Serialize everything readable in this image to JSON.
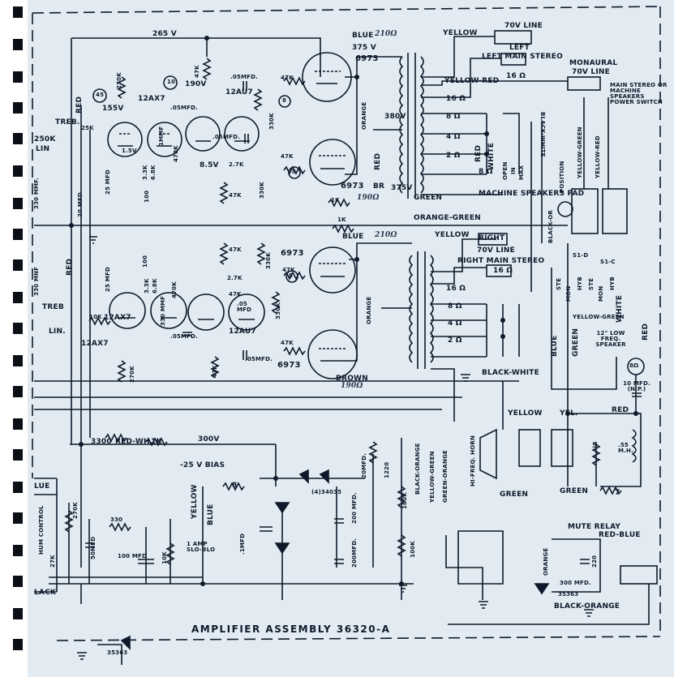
{
  "caption": "AMPLIFIER ASSEMBLY 36320-A",
  "tubes": {
    "v1": "12AX7",
    "v2": "12AU7",
    "v3": "12AX7",
    "v4": "12AU7",
    "out_left_top": "6973",
    "out_left_bottom": "6973",
    "out_right_top": "6973",
    "out_right_bottom": "6973"
  },
  "voltages": {
    "b265": "265 V",
    "b375": "375 V",
    "b190": "190V",
    "b155": "155V",
    "b380": "380V",
    "br375": "375V",
    "b85": "8.5V",
    "b15": "1.5V",
    "b300": "300V",
    "bias": "-25 V BIAS"
  },
  "resistors": {
    "r270k_a": "270K",
    "r47k_a": "47K",
    "r47k_b": "47K",
    "r47k_c": "47K",
    "r47k_d": "47K",
    "r47k_e": "47K",
    "r47k_f": "47K",
    "r47k_g": "47K",
    "r47k_h": "47K",
    "r47k_i": "47K",
    "r330k_a": "330K",
    "r330k_b": "330K",
    "r330k_c": "330K",
    "r330k_d": "330K",
    "r27k_a": "2.7K",
    "r27k_b": "2.7K",
    "r33k_a": "3.3K",
    "r33k_b": "3.3K",
    "r68k_a": "6.8K",
    "r68k_b": "6.8K",
    "r100_a": "100",
    "r100_b": "100",
    "r470k_a": "470K",
    "r470k_b": "470K",
    "r10k_a": "10K",
    "r1k_a": "1K",
    "r1k_b": "1K",
    "r270k_b": "270K",
    "r270k_c": "270K",
    "r8": "8",
    "r330": "330",
    "r10k_b": "10K",
    "r27k_c": "27K",
    "r1220": "1220",
    "r100k_a": "100K",
    "r100k_b": "100K",
    "r5": "5",
    "r7": "7",
    "r220": "220",
    "r3300": "3300",
    "redwh": "RED-WH.",
    "r1k_c": "1K",
    "r25k": "25K"
  },
  "capacitors": {
    "c05a": ".05MFD.",
    "c05b": ".05MFD.",
    "c05c": ".05MFD.",
    "c05d": ".05MFD",
    "c05e": ".05MFD.",
    "c05f": ".05MFD.",
    "c05g": ".05MFD.",
    "c05h": ".05 MFD",
    "c25a": "25 MFD",
    "c25b": "25 MFD",
    "c20a": "20 MFD",
    "c330a": "330 MMF.",
    "c330b": "330 MNF",
    "c330c": "330 MMF",
    "c1mmf": "1MMF",
    "c50": "50MFD",
    "c100": "100 MFD",
    "c1mfd": ".1MFD",
    "c200a": "200 MFD.",
    "c200b": "200MFD.",
    "c20b": "20MFD.",
    "c10": "10 MFD.(N.P.)",
    "c300": "300 MFD.",
    "mh": ".55 M.H."
  },
  "wires": {
    "blue_top": "BLUE",
    "blue_mid": "BLUE",
    "yellow_top": "YELLOW",
    "yellow_red": "YELLOW-RED",
    "orange_green": "ORANGE-GREEN",
    "yellow_mid": "YELLOW",
    "green_a": "GREEN",
    "green_b": "GREEN",
    "green_c": "GREEN",
    "red_a": "RED",
    "red_b": "RED",
    "red_c": "RED",
    "red_d": "RED",
    "red_e": "RED",
    "red_f": "RED",
    "white_a": "WHITE",
    "white_b": "WHITE",
    "black_white": "BLACK-WHITE",
    "black_white2": "BLACK-WHITE",
    "orange_a": "ORANGE",
    "orange_b": "ORANGE",
    "orange_c": "ORANGE",
    "brown": "BROWN",
    "br": "BR",
    "yellow_green": "YELLOW-GREEN",
    "yellow_red2": "YELLOW-RED",
    "black_or": "BLACK-OR",
    "yellow_green2": "YELLOW-GREEN",
    "blue_b": "BLUE",
    "white_c": "WHITE",
    "black_orange": "BLACK-ORANGE",
    "black_orange2": "BLACK-ORANGE",
    "yellow_green3": "YELLOW-GREEN",
    "green_orange": "GREEN-ORANGE",
    "yellow_c": "YELLOW",
    "yel": "YEL.",
    "red_blue": "RED-BLUE",
    "black_orange3": "BLACK-ORANGE",
    "yellow_d": "YELLOW",
    "blue_c": "BLUE",
    "green_d": "GREEN",
    "green_e": "GREEN"
  },
  "outputs": {
    "line70_left": "70V LINE",
    "left": "LEFT",
    "left_main": "LEFT MAIN STEREO",
    "ohm16a": "16 Ω",
    "monaural": "MONAURAL",
    "line70_mono": "70V LINE",
    "main_stereo": "MAIN STEREO OR MACHINE SPEAKERS POWER SWITCH",
    "ohm16b": "16 Ω",
    "ohm8a": "8 Ω",
    "ohm4a": "4 Ω",
    "ohm2a": "2 Ω",
    "ohm8b": "8 Ω",
    "machine_pad": "MACHINE SPEAKERS PAD",
    "open": "OPEN",
    "in": "IN",
    "max": "MAX",
    "position": "POSITION",
    "right": "RIGHT",
    "line70_right": "70V LINE",
    "right_main": "RIGHT MAIN STEREO",
    "ohm16c": "16 Ω",
    "ohm16d": "16 Ω",
    "ohm8c": "8 Ω",
    "ohm4b": "4 Ω",
    "ohm2b": "2 Ω",
    "low_freq": "12\" LOW FREQ. SPEAKER",
    "hi_freq": "HI-FREQ. HORN",
    "mute": "MUTE RELAY",
    "s1d": "S1-D",
    "s1c": "S1-C",
    "ste_a": "STE",
    "mon_a": "MON",
    "hyb_a": "HYB",
    "ste_b": "STE",
    "mon_b": "MON",
    "hyb_b": "HYB",
    "ohm8_spk": "8Ω"
  },
  "controls": {
    "treb_top": "TREB.",
    "lin_top": "LIN",
    "r250k": "250K",
    "treb_bot": "TREB",
    "lin_bot": "LIN.",
    "hum": "HUM CONTROL",
    "blue_in": "LUE",
    "black_in": "LACK",
    "fuse": "1 AMP SLO-BLO",
    "diodes": "(4)34035",
    "diode2": "35363",
    "diode3": "35363"
  },
  "nodes": [
    "45",
    "10",
    "8",
    "8",
    "8"
  ],
  "handwritten": {
    "h1": "210Ω",
    "h2": "190Ω",
    "h3": "210Ω",
    "h4": "190Ω"
  },
  "pins": [
    "9",
    "8",
    "7",
    "6",
    "3",
    "2",
    "1",
    "7",
    "9",
    "6",
    "4",
    "7",
    "8",
    "2",
    "1"
  ]
}
